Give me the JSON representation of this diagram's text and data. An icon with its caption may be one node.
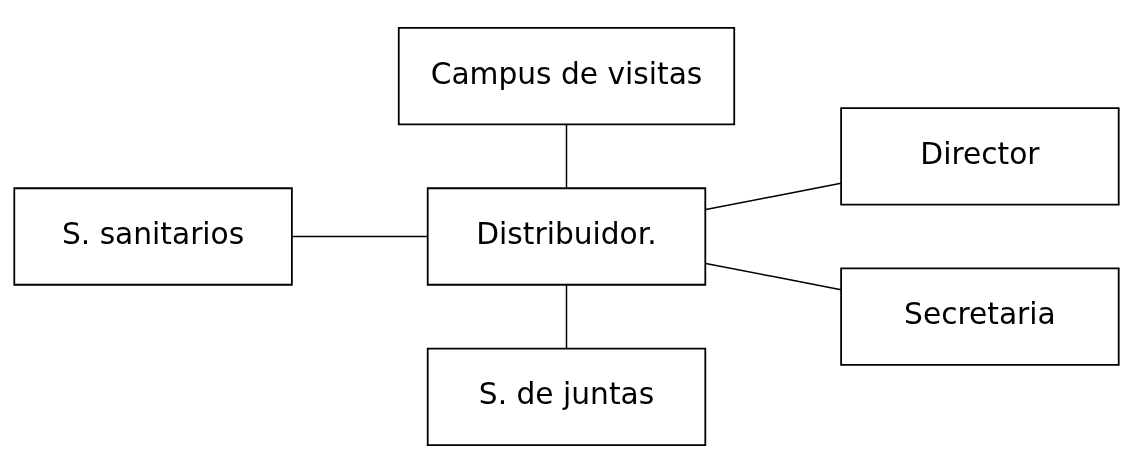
{
  "diagram": {
    "nodes": [
      {
        "text": [
          "Campus de visitas"
        ]
      },
      {
        "text": [
          "S. sanitarios"
        ]
      },
      {
        "text": [
          "Distribuidor."
        ]
      },
      {
        "text": [
          "Director"
        ]
      },
      {
        "text": [
          "Secretaria"
        ]
      },
      {
        "text": [
          "S. de juntas"
        ]
      }
    ],
    "edges": [
      {
        "from": 0,
        "to": 2,
        "arrow": "none"
      },
      {
        "from": 1,
        "to": 2,
        "arrow": "none"
      },
      {
        "from": 2,
        "to": 3,
        "arrow": "none"
      },
      {
        "from": 2,
        "to": 4,
        "arrow": "none"
      },
      {
        "from": 2,
        "to": 5,
        "arrow": "none"
      }
    ]
  }
}
